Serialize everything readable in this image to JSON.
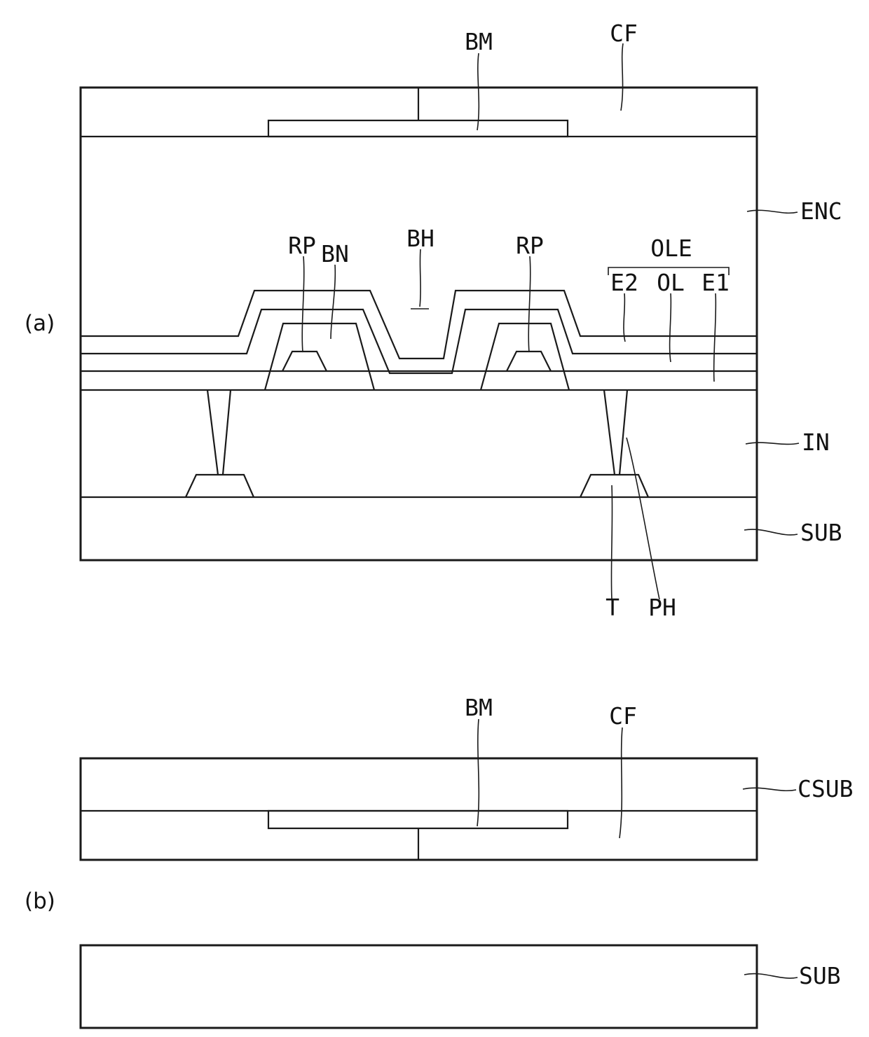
{
  "colors": {
    "line": "#1a1a1a",
    "background": "#ffffff",
    "text": "#111111"
  },
  "part_a": {
    "tag": "(a)",
    "labels": {
      "bm": "BM",
      "cf": "CF",
      "enc": "ENC",
      "rp_left": "RP",
      "bn": "BN",
      "bh": "BH",
      "rp_right": "RP",
      "ole": "OLE",
      "e2": "E2",
      "ol": "OL",
      "e1": "E1",
      "in": "IN",
      "sub": "SUB",
      "t": "T",
      "ph": "PH"
    }
  },
  "part_b": {
    "tag": "(b)",
    "labels": {
      "bm": "BM",
      "cf": "CF",
      "csub": "CSUB",
      "sub": "SUB"
    }
  }
}
